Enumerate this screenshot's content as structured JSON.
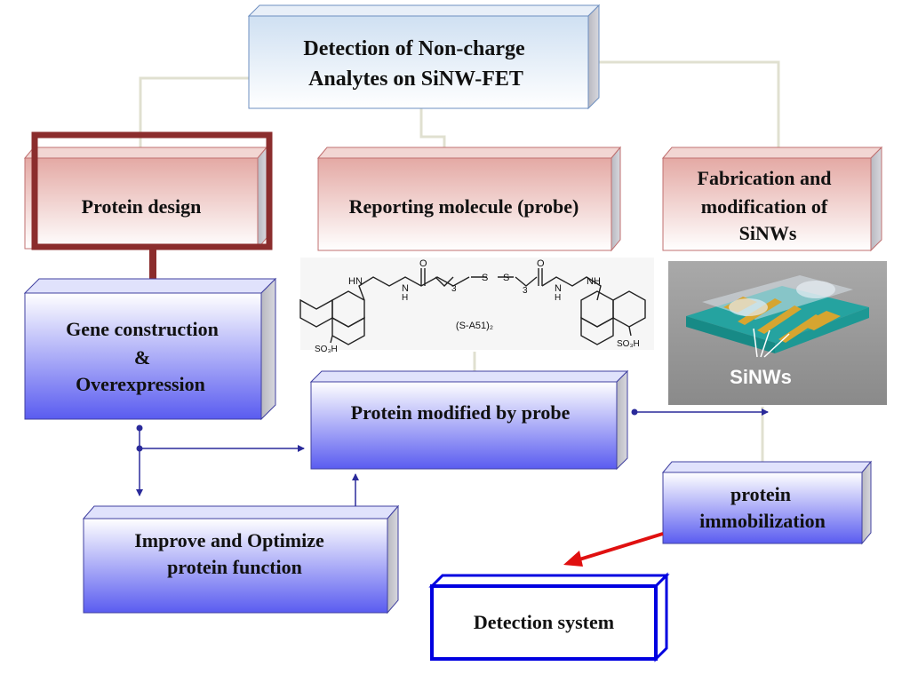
{
  "boxes": {
    "title": {
      "lines": [
        "Detection of Non-charge",
        "Analytes on SiNW-FET"
      ]
    },
    "protein_design": {
      "lines": [
        "Protein design"
      ]
    },
    "reporting_molecule": {
      "lines": [
        "Reporting molecule (probe)"
      ]
    },
    "fabrication": {
      "lines": [
        "Fabrication and",
        "modification of",
        "SiNWs"
      ]
    },
    "gene_construction": {
      "lines": [
        "Gene construction",
        "&",
        "Overexpression"
      ]
    },
    "protein_modified": {
      "lines": [
        "Protein modified by probe"
      ]
    },
    "improve_optimize": {
      "lines": [
        "Improve and Optimize",
        "protein function"
      ]
    },
    "protein_immobilization": {
      "lines": [
        "protein",
        "immobilization"
      ]
    },
    "detection_system": {
      "lines": [
        "Detection system"
      ]
    }
  },
  "probe_structure": {
    "compound_label": "(S-A51)₂",
    "atoms": {
      "hn_left": "HN",
      "nh_mid_left": "N",
      "h_mid_left": "H",
      "o_left": "O",
      "sub3_left": "3",
      "s_left": "S",
      "s_right": "S",
      "sub3_right": "3",
      "o_right": "O",
      "nh_mid_right": "N",
      "h_mid_right": "H",
      "nh_right": "NH",
      "so3h_left": "SO₃H",
      "so3h_right": "SO₃H"
    }
  },
  "sinw_image": {
    "label": "SiNWs"
  },
  "colors": {
    "blue_box_top": "#c8ccf8",
    "blue_box_bottom": "#5a5cf0",
    "red_box_top": "#e4a9a4",
    "red_box_bottom": "#ffffff",
    "title_box_top": "#cfe0f2",
    "highlight_border": "#8b2d2d",
    "detection_border": "#0000e0",
    "red_arrow": "#e01010",
    "connector": "#2a2a9a"
  }
}
